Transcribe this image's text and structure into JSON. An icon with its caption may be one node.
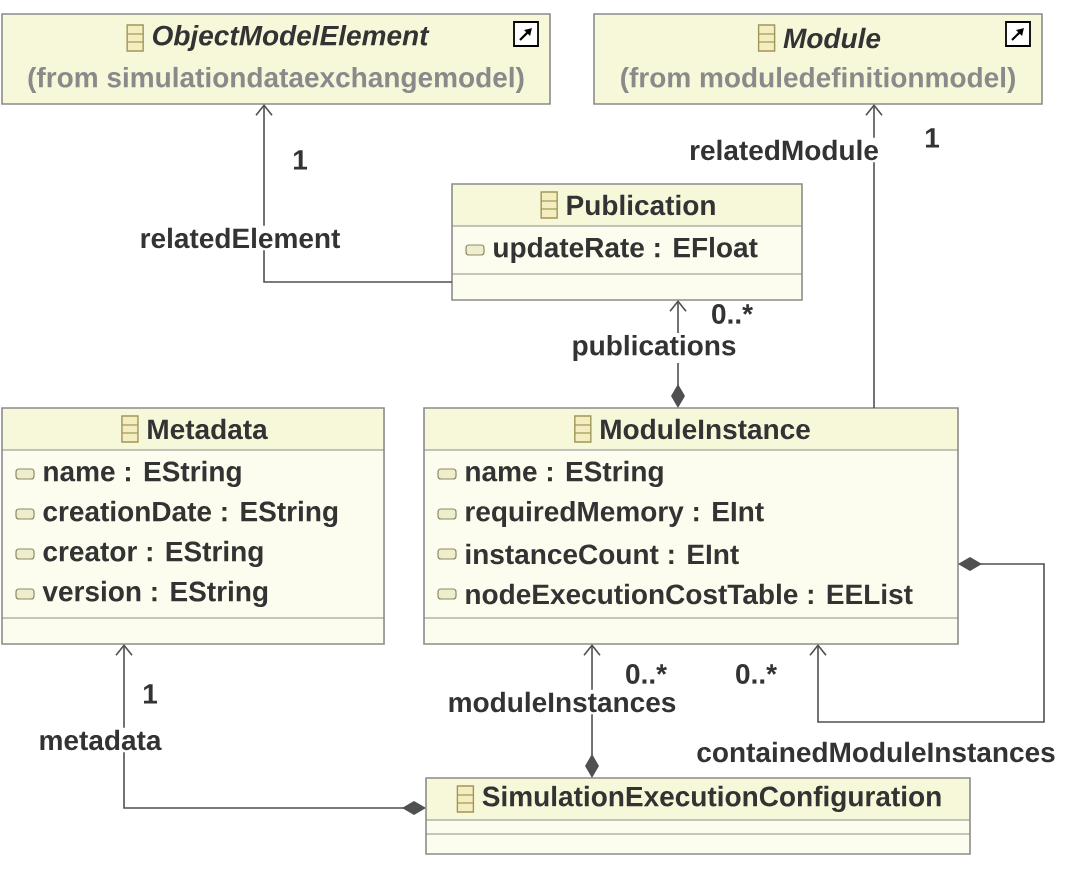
{
  "diagram": {
    "nodes": [
      {
        "text": [
          "ObjectModelElement",
          "(from simulationdataexchangemodel)"
        ]
      },
      {
        "text": [
          "Module",
          "(from moduledefinitionmodel)"
        ]
      },
      {
        "text": [
          "Publication",
          "updateRate : EFloat"
        ]
      },
      {
        "text": [
          "Metadata",
          "name : EString",
          "creationDate : EString",
          "creator : EString",
          "version : EString"
        ]
      },
      {
        "text": [
          "ModuleInstance",
          "name : EString",
          "requiredMemory : EInt",
          "instanceCount : EInt",
          "nodeExecutionCostTable : EEList"
        ]
      },
      {
        "text": [
          "SimulationExecutionConfiguration"
        ]
      }
    ],
    "edges": [
      {
        "from": 2,
        "to": 0,
        "arrow": "to",
        "label": "relatedElement"
      },
      {
        "from": 4,
        "to": 1,
        "arrow": "to",
        "label": "relatedModule"
      },
      {
        "from": 4,
        "to": 2,
        "arrow": "to",
        "label": "publications"
      },
      {
        "from": 4,
        "to": 4,
        "arrow": "to",
        "label": "containedModuleInstances"
      },
      {
        "from": 5,
        "to": 4,
        "arrow": "to",
        "label": "moduleInstances"
      },
      {
        "from": 5,
        "to": 3,
        "arrow": "to",
        "label": "metadata"
      }
    ],
    "labels": [
      "1",
      "1",
      "0..*",
      "0..*",
      "0..*",
      "1"
    ]
  }
}
